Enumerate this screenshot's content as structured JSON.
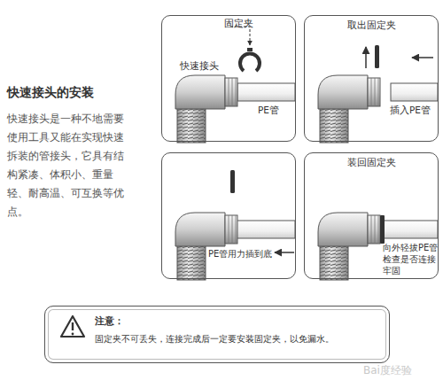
{
  "diagram": {
    "title": "快速接头的安装",
    "nodes": [
      {
        "text": [
          "固定夹",
          "快速接头",
          "PE管"
        ]
      },
      {
        "text": [
          "取出固定夹",
          "插入PE管"
        ]
      },
      {
        "text": [
          "PE管用力插到底"
        ]
      },
      {
        "text": [
          "装回固定夹",
          "向外轻拔PE管 检查是否连接牢固"
        ]
      },
      {
        "text": [
          "注意：",
          "固定夹不可丢失，连接完成后一定要安装固定夹，以免漏水。"
        ]
      }
    ],
    "labels": [
      "快速接头是一种不地需要使用工具又能在实现快速拆装的管接头，它具有结构紧凑、体积小、重量轻、耐高温、可互换等优点。",
      "Bai度经验"
    ]
  }
}
